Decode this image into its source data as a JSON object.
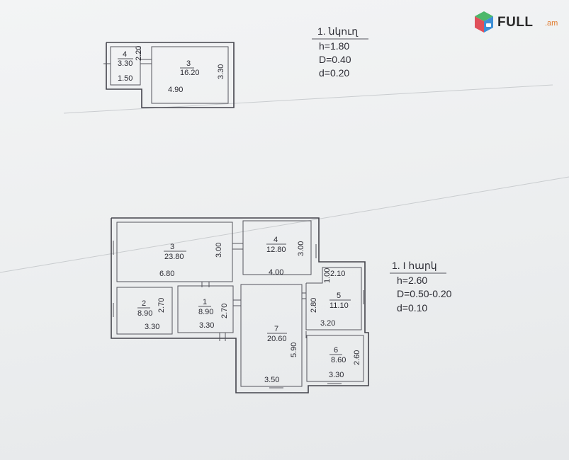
{
  "logo": {
    "brand": "FULL",
    "tld": ".am"
  },
  "floors": {
    "basement": {
      "title": "1. նկուղ",
      "h": "h=1.80",
      "D": "D=0.40",
      "d": "d=0.20",
      "rooms": [
        {
          "num": "4",
          "area": "3.30",
          "width": "1.50",
          "height": "2.20"
        },
        {
          "num": "3",
          "area": "16.20",
          "width": "4.90",
          "height": "3.30"
        }
      ]
    },
    "first": {
      "title": "1. I հարկ",
      "h": "h=2.60",
      "D": "D=0.50-0.20",
      "d": "d=0.10",
      "rooms": [
        {
          "num": "3",
          "area": "23.80",
          "width": "6.80",
          "height": "3.00"
        },
        {
          "num": "4",
          "area": "12.80",
          "width": "4.00",
          "height": "3.00"
        },
        {
          "num": "2",
          "area": "8.90",
          "width": "3.30",
          "height": "2.70"
        },
        {
          "num": "1",
          "area": "8.90",
          "width": "3.30",
          "height": "2.70"
        },
        {
          "num": "7",
          "area": "20.60",
          "width": "3.50",
          "height": "5.90"
        },
        {
          "num": "5",
          "area": "11.10",
          "width": "3.20",
          "height": "2.80",
          "top": "2.10",
          "side": "1.00"
        },
        {
          "num": "6",
          "area": "8.60",
          "width": "3.30",
          "height": "2.60"
        }
      ]
    }
  }
}
